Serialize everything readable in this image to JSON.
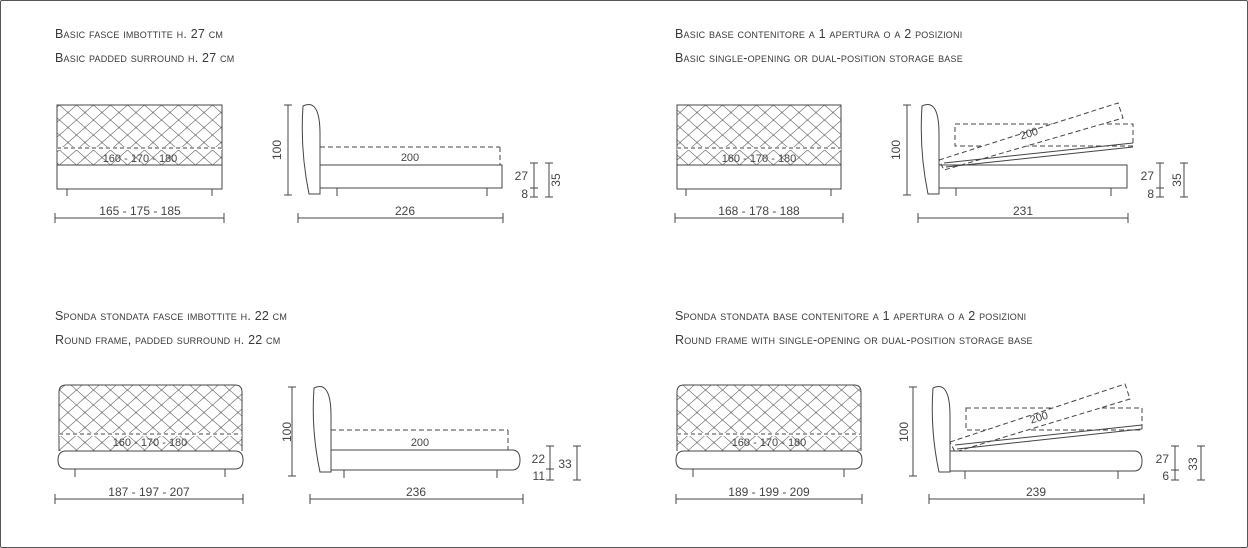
{
  "titles": {
    "p1_it": "Basic fasce imbottite h. 27 cm",
    "p1_en": "Basic padded surround h. 27 cm",
    "p2_it": "Basic base contenitore a 1 apertura o a 2 posizioni",
    "p2_en": "Basic single-opening or dual-position storage base",
    "p3_it": "Sponda stondata fasce imbottite h. 22 cm",
    "p3_en": "Round frame, padded surround h. 22 cm",
    "p4_it": "Sponda stondata base contenitore a 1 apertura o a 2 posizioni",
    "p4_en": "Round frame with single-opening or dual-position storage base"
  },
  "dims": {
    "p1": {
      "inner": "160 - 170 - 180",
      "width": "165 - 175 - 185",
      "mattress": "200",
      "length": "226",
      "height": "100",
      "frame": "27",
      "feet": "8",
      "total": "35"
    },
    "p2": {
      "inner": "160 - 170 - 180",
      "width": "168 - 178 - 188",
      "mattress": "200",
      "length": "231",
      "height": "100",
      "frame": "27",
      "feet": "8",
      "total": "35"
    },
    "p3": {
      "inner": "160 - 170 - 180",
      "width": "187 - 197 - 207",
      "mattress": "200",
      "length": "236",
      "height": "100",
      "frame": "22",
      "feet": "11",
      "total": "33"
    },
    "p4": {
      "inner": "160 - 170 - 180",
      "width": "189 - 199 - 209",
      "mattress": "200",
      "length": "239",
      "height": "100",
      "frame": "27",
      "feet": "6",
      "total": "33"
    }
  }
}
